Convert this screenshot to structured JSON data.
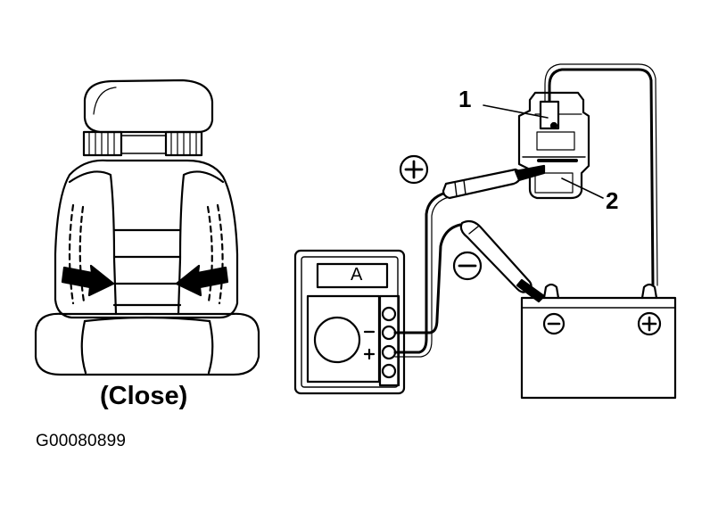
{
  "figure": {
    "caption": "(Close)",
    "code": "G00080899",
    "callouts": {
      "one": "1",
      "two": "2"
    },
    "meter_label": "A",
    "icons": [
      "seat-icon",
      "arrow-left-icon",
      "arrow-right-icon",
      "multimeter-icon",
      "battery-icon",
      "probe-positive-icon",
      "probe-negative-icon",
      "connector-icon"
    ],
    "ink_color": "#000000",
    "background_color": "#ffffff"
  }
}
